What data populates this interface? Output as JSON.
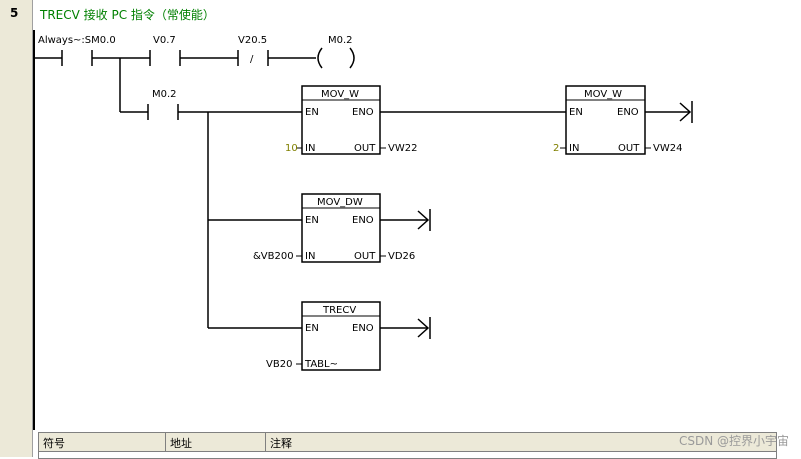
{
  "network": {
    "number": "5",
    "title": "TRECV 接收 PC 指令（常使能）"
  },
  "contacts": {
    "always": "Always~:SM0.0",
    "v07": "V0.7",
    "v205": "V20.5",
    "m02_contact": "M0.2",
    "not_slash": "/"
  },
  "coil": {
    "label": "M0.2",
    "symbol": "(    )"
  },
  "boxes": {
    "mov_w_1": {
      "title": "MOV_W",
      "en": "EN",
      "eno": "ENO",
      "in": "IN",
      "out": "OUT",
      "in_value": "10",
      "out_value": "VW22"
    },
    "mov_w_2": {
      "title": "MOV_W",
      "en": "EN",
      "eno": "ENO",
      "in": "IN",
      "out": "OUT",
      "in_value": "2",
      "out_value": "VW24"
    },
    "mov_dw": {
      "title": "MOV_DW",
      "en": "EN",
      "eno": "ENO",
      "in": "IN",
      "out": "OUT",
      "in_value": "&VB200",
      "out_value": "VD26"
    },
    "trecv": {
      "title": "TRECV",
      "en": "EN",
      "eno": "ENO",
      "tbl": "TABL~",
      "in_value": "VB20"
    }
  },
  "symbol_table": {
    "columns": [
      "符号",
      "地址",
      "注释"
    ]
  },
  "watermark": "CSDN @控界小宇宙",
  "colors": {
    "title_green": "#008000",
    "constant_olive": "#808000",
    "strip_gray": "#ece9d8"
  }
}
